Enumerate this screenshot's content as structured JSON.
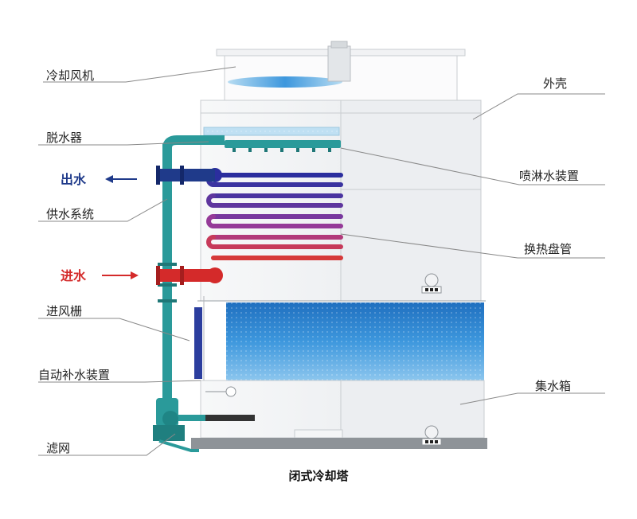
{
  "caption": "闭式冷却塔",
  "labels_left": {
    "fan": "冷却风机",
    "drift_eliminator": "脱水器",
    "water_out": "出水",
    "supply_system": "供水系统",
    "water_in": "进水",
    "air_inlet_louver": "进风栅",
    "auto_makeup": "自动补水装置",
    "filter_screen": "滤网"
  },
  "labels_right": {
    "casing": "外壳",
    "spray_device": "喷淋水装置",
    "heat_exchange_coil": "换热盘管",
    "water_basin": "集水箱"
  },
  "colors": {
    "water_out": "#1f3a8a",
    "water_in": "#d42a2a",
    "pipe": "#2a9a9a",
    "fill_media": "#3a8fd6",
    "casing": "#eef0f2",
    "leader_line": "#888888"
  }
}
